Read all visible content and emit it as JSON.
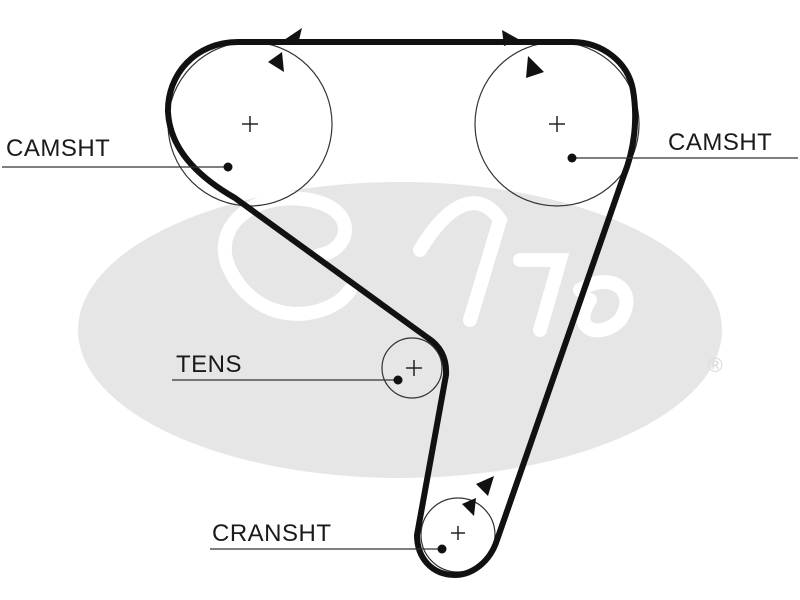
{
  "watermark": {
    "brand": "Gates",
    "registered_mark": "®",
    "color": "#e6e6e6",
    "script_color": "#ffffff"
  },
  "colors": {
    "belt": "#111111",
    "line": "#333333",
    "text": "#1a1a1a"
  },
  "labels": {
    "camshaft_left": "CAMSHT",
    "camshaft_right": "CAMSHT",
    "tensioner": "TENS",
    "crankshaft": "CRANSHT"
  },
  "icons": {
    "rotation_arrow": "arrowhead-icon",
    "center_mark": "plus-icon"
  }
}
